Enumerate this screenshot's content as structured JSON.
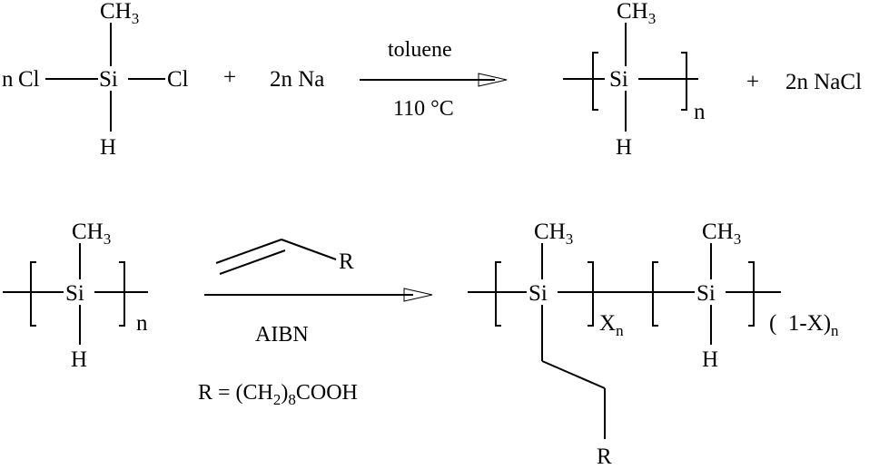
{
  "reaction1": {
    "coef_n": "n",
    "ch3": "CH",
    "ch3_sub": "3",
    "cl_left": "Cl",
    "si": "Si",
    "cl_right": "Cl",
    "h": "H",
    "plus": "+",
    "na": "2n Na",
    "solvent": "toluene",
    "temperature": "110 °C",
    "product_ch3": "CH",
    "product_ch3_sub": "3",
    "product_si": "Si",
    "product_h": "H",
    "product_n": "n",
    "plus2": "+",
    "byproduct": "2n NaCl"
  },
  "reaction2": {
    "reactant_ch3": "CH",
    "reactant_ch3_sub": "3",
    "reactant_si": "Si",
    "reactant_h": "H",
    "reactant_n": "n",
    "alkene_r": "R",
    "initiator": "AIBN",
    "r_definition_prefix": "R = (CH",
    "r_definition_sub": "2",
    "r_definition_suffix": ")",
    "r_definition_sub2": "8",
    "r_definition_end": "COOH",
    "p_ch3_a": "CH",
    "p_ch3_a_sub": "3",
    "p_si_a": "Si",
    "p_x": "X",
    "p_x_sub": "n",
    "p_ch3_b": "CH",
    "p_ch3_b_sub": "3",
    "p_si_b": "Si",
    "p_h_b": "H",
    "p_one_minus_x": "(  1-X)",
    "p_one_minus_x_sub": "n",
    "p_r": "R"
  }
}
